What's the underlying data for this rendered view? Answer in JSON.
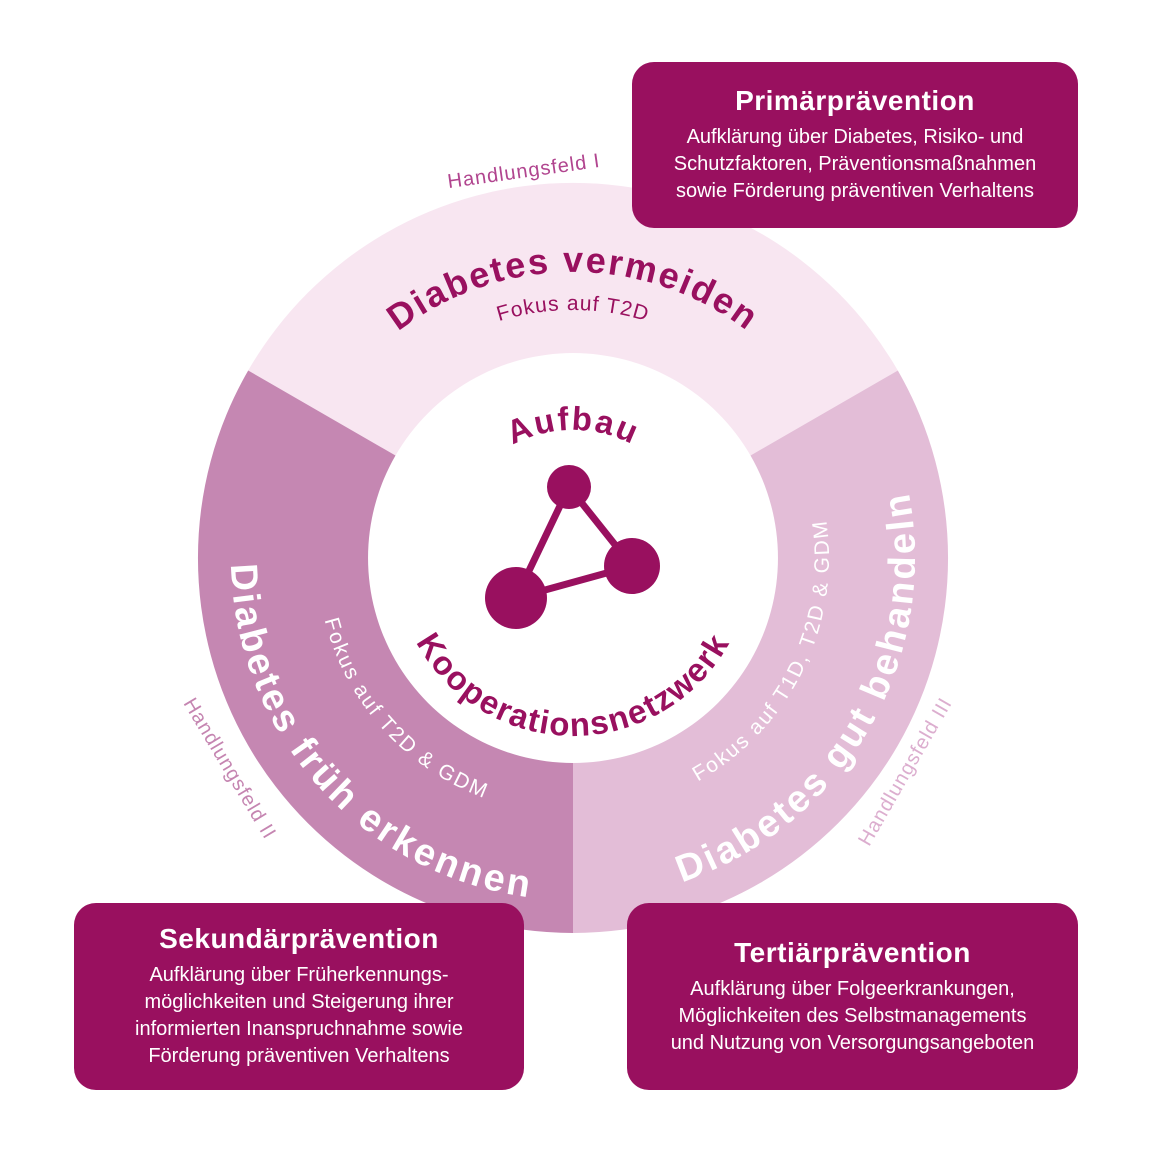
{
  "colors": {
    "accent": "#99105F",
    "segment_top": "#F8E6F1",
    "segment_left": "#C587B2",
    "segment_right": "#E3BDD7",
    "field_label_1": "#B1458F",
    "field_label_2": "#C585B1",
    "field_label_3": "#DCAECF",
    "background": "#FFFFFF"
  },
  "center": {
    "line1": "Aufbau",
    "line2": "Kooperationsnetzwerk",
    "icon": "network-icon"
  },
  "ring": {
    "segments": [
      {
        "id": "I",
        "field_label": "Handlungsfeld I",
        "title": "Diabetes vermeiden",
        "subtitle": "Fokus auf T2D"
      },
      {
        "id": "II",
        "field_label": "Handlungsfeld II",
        "title": "Diabetes früh erkennen",
        "subtitle": "Fokus auf T2D & GDM"
      },
      {
        "id": "III",
        "field_label": "Handlungsfeld III",
        "title": "Diabetes gut behandeln",
        "subtitle": "Fokus auf T1D, T2D & GDM"
      }
    ]
  },
  "boxes": [
    {
      "title": "Primärprävention",
      "body": "Aufklärung über Diabetes, Risiko- und\nSchutzfaktoren, Präventionsmaßnahmen\nsowie Förderung präventiven Verhaltens"
    },
    {
      "title": "Sekundärprävention",
      "body": "Aufklärung über Früherkennungs-\nmöglichkeiten und Steigerung ihrer\ninformierten Inanspruchnahme sowie\nFörderung präventiven Verhaltens"
    },
    {
      "title": "Tertiärprävention",
      "body": "Aufklärung über Folgeerkrankungen,\nMöglichkeiten des Selbstmanagements\nund Nutzung von Versorgungsangeboten"
    }
  ]
}
